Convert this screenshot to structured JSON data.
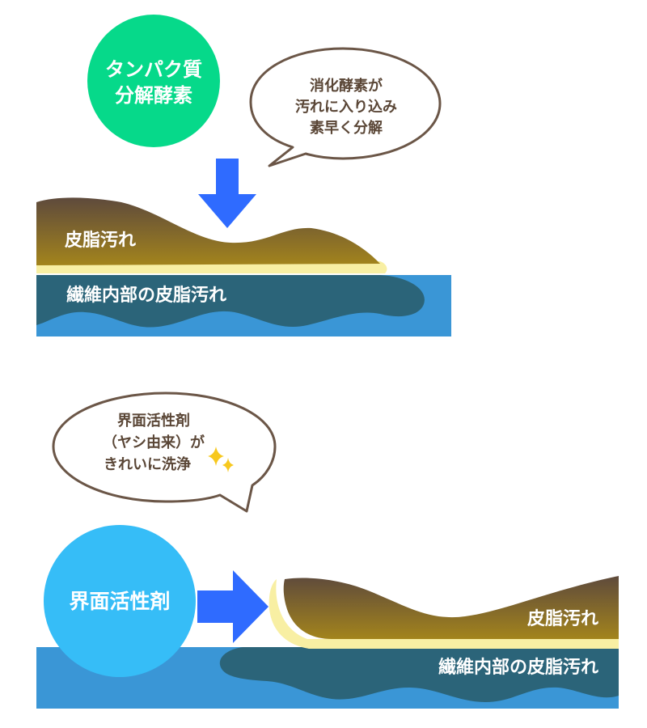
{
  "colors": {
    "enzyme_circle": "#06d98a",
    "surfactant_circle": "#36bdf7",
    "arrow": "#2f6bff",
    "fiber": "#3a96d6",
    "fiber_inner": "#2b6479",
    "sebum_top": "#5e4a3c",
    "sebum_bottom": "#a3841c",
    "sebum_edge": "#f8efa3",
    "bubble_stroke": "#6b5647"
  },
  "top": {
    "circle": {
      "line1": "タンパク質",
      "line2": "分解酵素"
    },
    "bubble": {
      "line1": "消化酵素が",
      "line2": "汚れに入り込み",
      "line3": "素早く分解"
    },
    "sebum_label": "皮脂汚れ",
    "fiber_label": "繊維内部の皮脂汚れ",
    "arrow_icon": "arrow-down-icon"
  },
  "bottom": {
    "circle": {
      "line1": "界面活性剤"
    },
    "bubble": {
      "line1": "界面活性剤",
      "line2": "（ヤシ由来）が",
      "line3": "きれいに洗浄"
    },
    "sparkle_icon": "sparkle-icon",
    "sebum_label": "皮脂汚れ",
    "fiber_label": "繊維内部の皮脂汚れ",
    "arrow_icon": "arrow-right-icon"
  }
}
